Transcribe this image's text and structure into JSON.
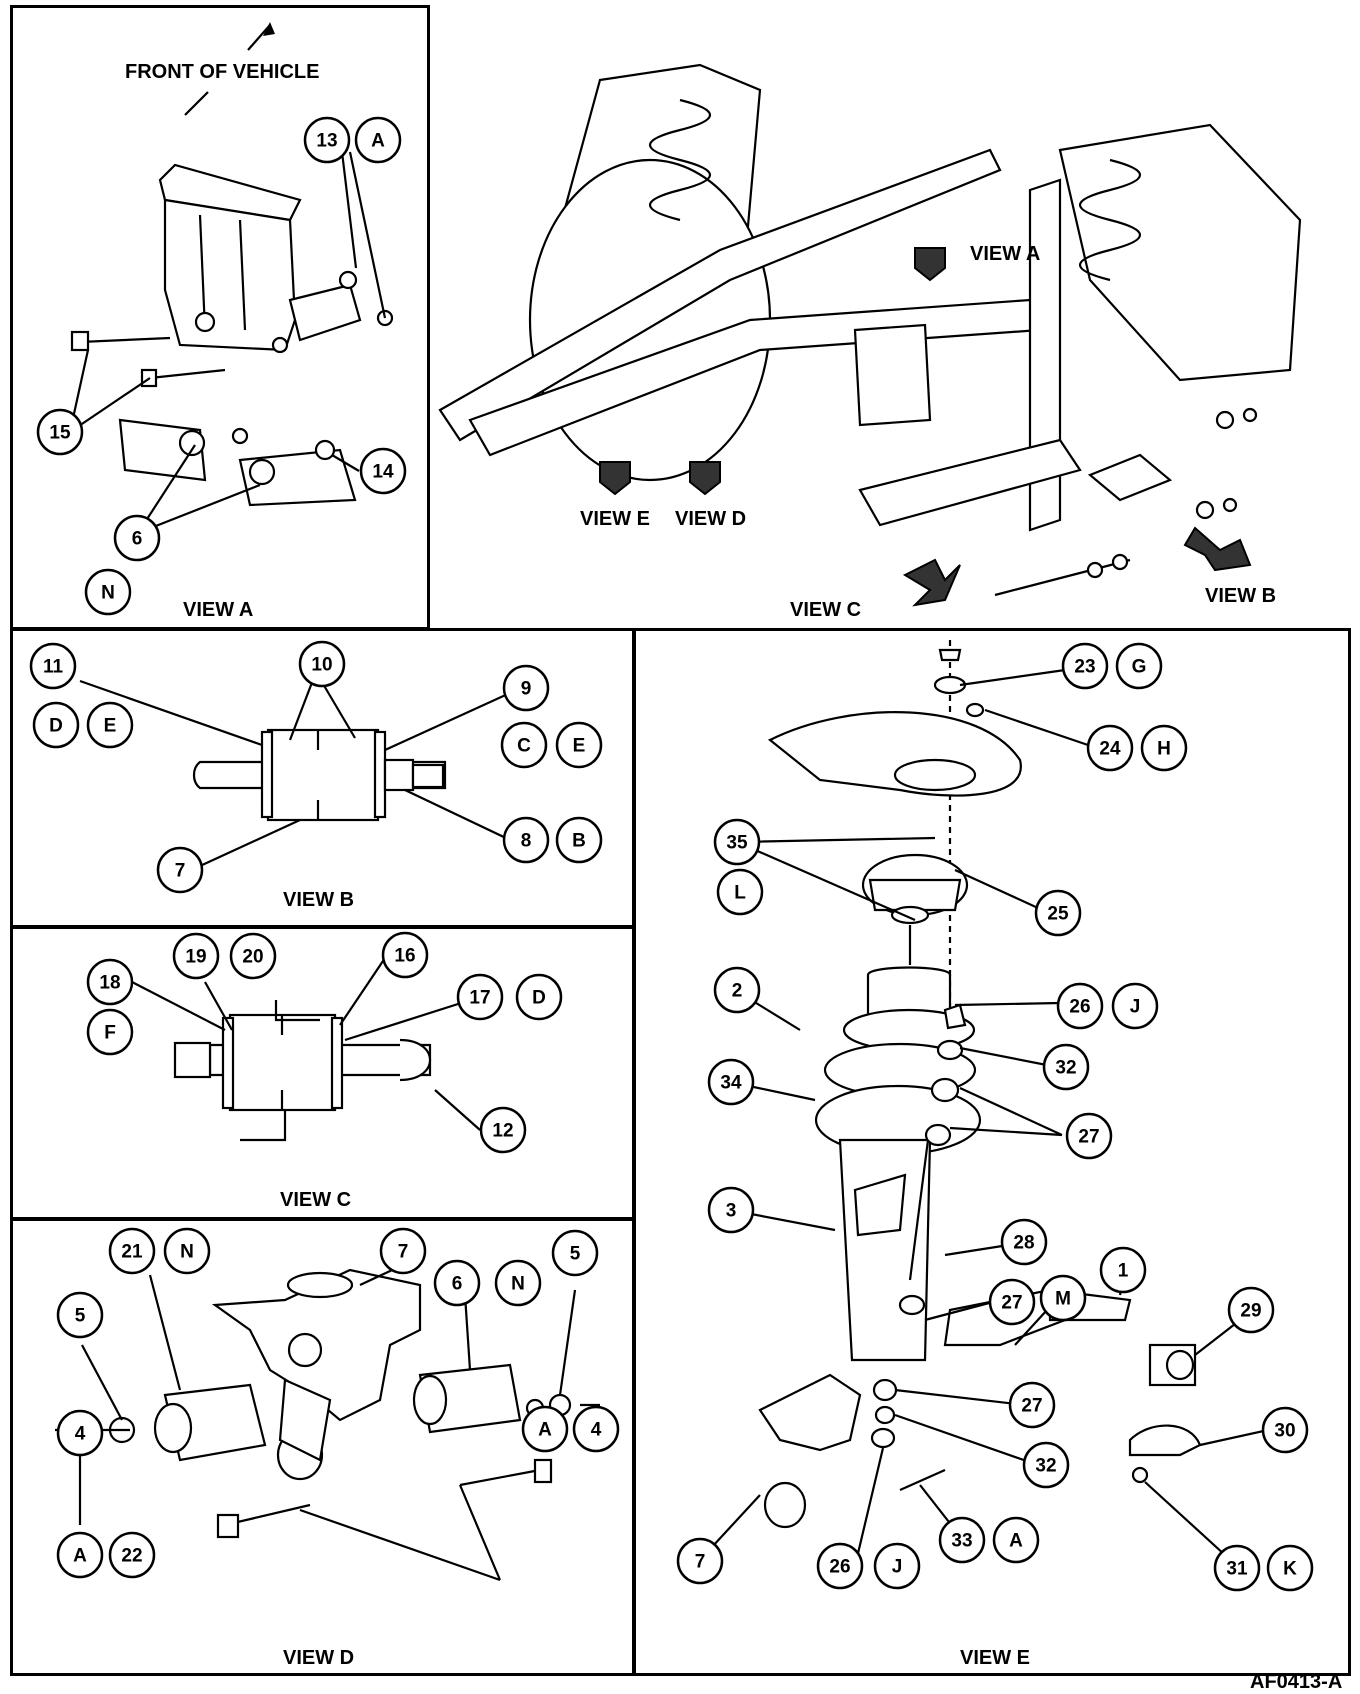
{
  "front_label": "FRONT OF VEHICLE",
  "views": {
    "a": "VIEW A",
    "b": "VIEW B",
    "c": "VIEW C",
    "d": "VIEW D",
    "e": "VIEW E"
  },
  "overview_arrows": {
    "a": "VIEW A",
    "b": "VIEW B",
    "d": "VIEW D",
    "e": "VIEW E"
  },
  "figure_code": "AF0413-A",
  "callouts": {
    "va": [
      "13",
      "A",
      "15",
      "14",
      "6",
      "N"
    ],
    "vb": [
      "11",
      "10",
      "9",
      "D",
      "E",
      "C",
      "E",
      "8",
      "B",
      "7"
    ],
    "vc": [
      "19",
      "20",
      "16",
      "18",
      "17",
      "D",
      "F",
      "12"
    ],
    "vd": [
      "21",
      "N",
      "7",
      "6",
      "N",
      "5",
      "5",
      "4",
      "A",
      "4",
      "A",
      "22"
    ],
    "ve": [
      "23",
      "G",
      "24",
      "H",
      "35",
      "L",
      "25",
      "2",
      "26",
      "J",
      "32",
      "34",
      "27",
      "3",
      "28",
      "27",
      "M",
      "1",
      "29",
      "27",
      "32",
      "30",
      "7",
      "26",
      "J",
      "33",
      "A",
      "31",
      "K"
    ]
  }
}
